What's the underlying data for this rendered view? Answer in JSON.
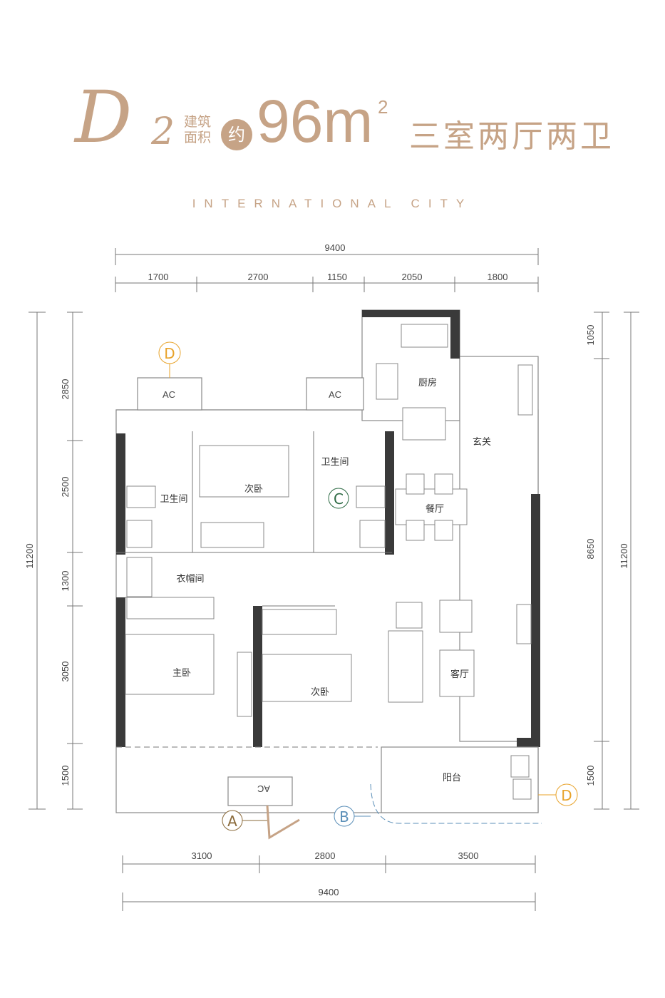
{
  "header": {
    "unit_letter": "D",
    "unit_number": "2",
    "area_label_line1": "建筑",
    "area_label_line2": "面积",
    "approx": "约",
    "area_value": "96m",
    "area_unit_sup": "2",
    "layout": "三室两厅两卫",
    "subtitle": "INTERNATIONAL CITY"
  },
  "dimensions": {
    "top_total": "9400",
    "top_segments": [
      "1700",
      "2700",
      "1150",
      "2050",
      "1800"
    ],
    "bottom_segments": [
      "3100",
      "2800",
      "3500"
    ],
    "bottom_total": "9400",
    "left_segments": [
      "2850",
      "2500",
      "1300",
      "3050",
      "1500"
    ],
    "left_total": "11200",
    "right_segments": [
      "1050",
      "8650",
      "1500"
    ],
    "right_total": "11200"
  },
  "rooms": {
    "kitchen": "厨房",
    "entrance": "玄关",
    "bathroom_1": "卫生间",
    "bathroom_2": "卫生间",
    "second_bedroom_1": "次卧",
    "dining": "餐厅",
    "cloakroom": "衣帽间",
    "master_bedroom": "主卧",
    "second_bedroom_2": "次卧",
    "living_room": "客厅",
    "balcony": "阳台"
  },
  "fixtures": {
    "ac_1": "AC",
    "ac_2": "AC",
    "ac_3": "AC"
  },
  "markers": {
    "a": "A",
    "b": "B",
    "c": "C",
    "d_top": "D",
    "d_right": "D"
  },
  "colors": {
    "accent": "#c6a386",
    "marker_a": "#8a6a3a",
    "marker_b": "#5b8fb8",
    "marker_c": "#2e6b45",
    "marker_d": "#e8a32a"
  }
}
